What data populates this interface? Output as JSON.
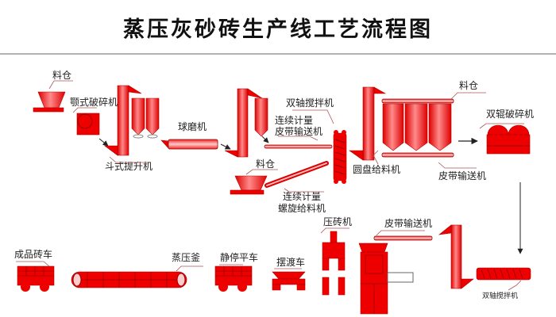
{
  "title": "蒸压灰砂砖生产线工艺流程图",
  "colors": {
    "equipment": "#e60000",
    "arrow": "#222222",
    "divider": "#999999"
  },
  "labels": {
    "hopper_1": "料仓",
    "jaw_crusher": "颚式破碎机",
    "bucket_elevator": "斗式提升机",
    "ball_mill": "球磨机",
    "twin_shaft_mixer_top": "双轴搅拌机",
    "belt_weigher_line1": "连续计量",
    "belt_weigher_line2": "皮带输送机",
    "hopper_2": "料仓",
    "screw_feeder_line1": "连续计量",
    "screw_feeder_line2": "螺旋给料机",
    "hopper_3": "料仓",
    "disc_feeder": "圆盘给料机",
    "belt_conveyor_1": "皮带输送机",
    "double_roll_crusher": "双辊破碎机",
    "finished_brick_car": "成品砖车",
    "autoclave": "蒸压釜",
    "rest_flat_car": "静停平车",
    "ferry_car": "摆渡车",
    "brick_press": "压砖机",
    "belt_conveyor_2": "皮带输送机",
    "twin_shaft_mixer_bottom": "双轴搅拌机"
  }
}
